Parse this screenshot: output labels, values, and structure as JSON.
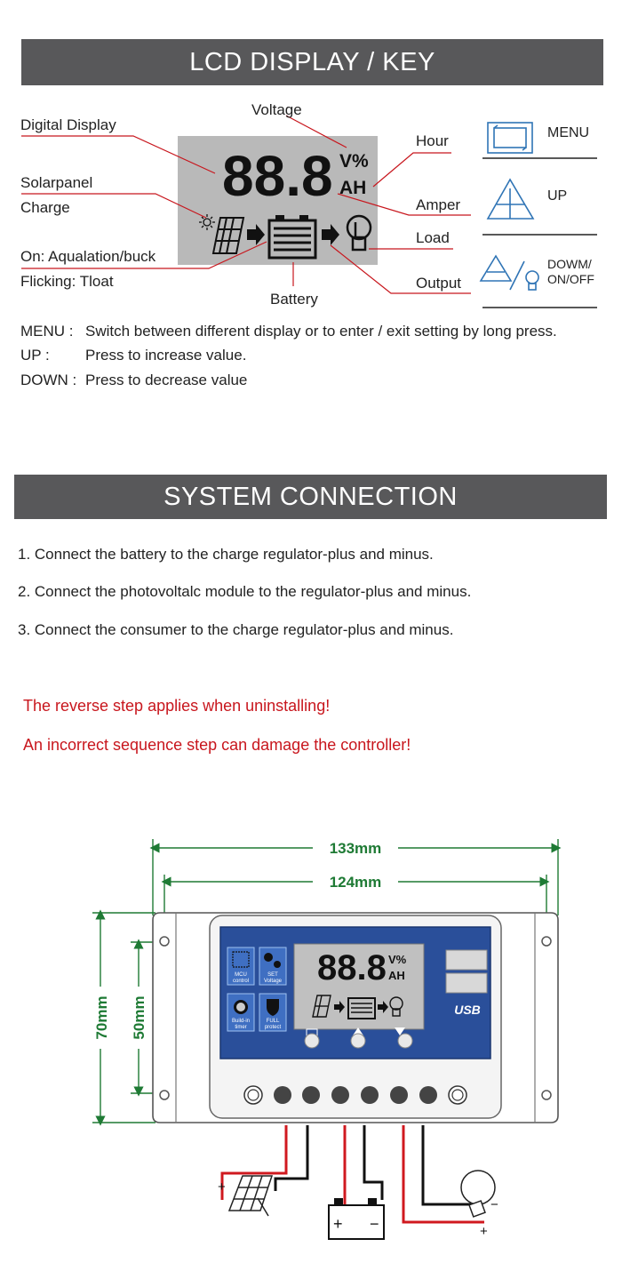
{
  "lcd_section": {
    "title": "LCD DISPLAY / KEY",
    "lcd_digits": "88.8",
    "lcd_unit_top": "V%",
    "lcd_unit_bottom": "AH",
    "labels": {
      "digital_display": "Digital Display",
      "voltage": "Voltage",
      "hour": "Hour",
      "solarpanel": "Solarpanel",
      "charge": "Charge",
      "amper": "Amper",
      "load": "Load",
      "on_state": "On: Aqualation/buck",
      "flicking_state": "Flicking: Tloat",
      "battery": "Battery",
      "output": "Output"
    },
    "keys": [
      {
        "icon": "menu-icon",
        "label": "MENU"
      },
      {
        "icon": "up-icon",
        "label": "UP"
      },
      {
        "icon": "down-onoff-icon",
        "label_line1": "DOWM/",
        "label_line2": "ON/OFF"
      }
    ],
    "descriptions": [
      {
        "key": "MENU :",
        "text": "Switch between different display or to enter / exit setting by long press."
      },
      {
        "key": "UP :",
        "text": "Press to increase value."
      },
      {
        "key": "DOWN :",
        "text": "Press to decrease value"
      }
    ]
  },
  "connection_section": {
    "title": "SYSTEM CONNECTION",
    "steps": [
      "1. Connect the battery to the charge regulator-plus and minus.",
      "2. Connect the photovoltalc module to the regulator-plus and minus.",
      "3. Connect the consumer to the charge regulator-plus and minus."
    ],
    "warnings": [
      "The reverse step applies when uninstalling!",
      "An incorrect sequence step can damage the controller!"
    ]
  },
  "device_diagram": {
    "dimensions": {
      "outer_width": "133mm",
      "inner_width": "124mm",
      "outer_height": "70mm",
      "inner_height": "50mm"
    },
    "panel_badges": [
      {
        "line1": "MCU",
        "line2": "control"
      },
      {
        "line1": "SET",
        "line2": "Voltage"
      },
      {
        "line1": "Build-in",
        "line2": "timer"
      },
      {
        "line1": "FULL",
        "line2": "protect"
      }
    ],
    "lcd_digits": "88.8",
    "lcd_unit_top": "V%",
    "lcd_unit_bottom": "AH",
    "usb_label": "USB",
    "plus": "+",
    "minus": "−",
    "colors": {
      "panel_blue": "#2a4f9a",
      "dimension_green": "#1e7a34",
      "wire_red": "#d0191f",
      "wire_black": "#111111"
    }
  }
}
